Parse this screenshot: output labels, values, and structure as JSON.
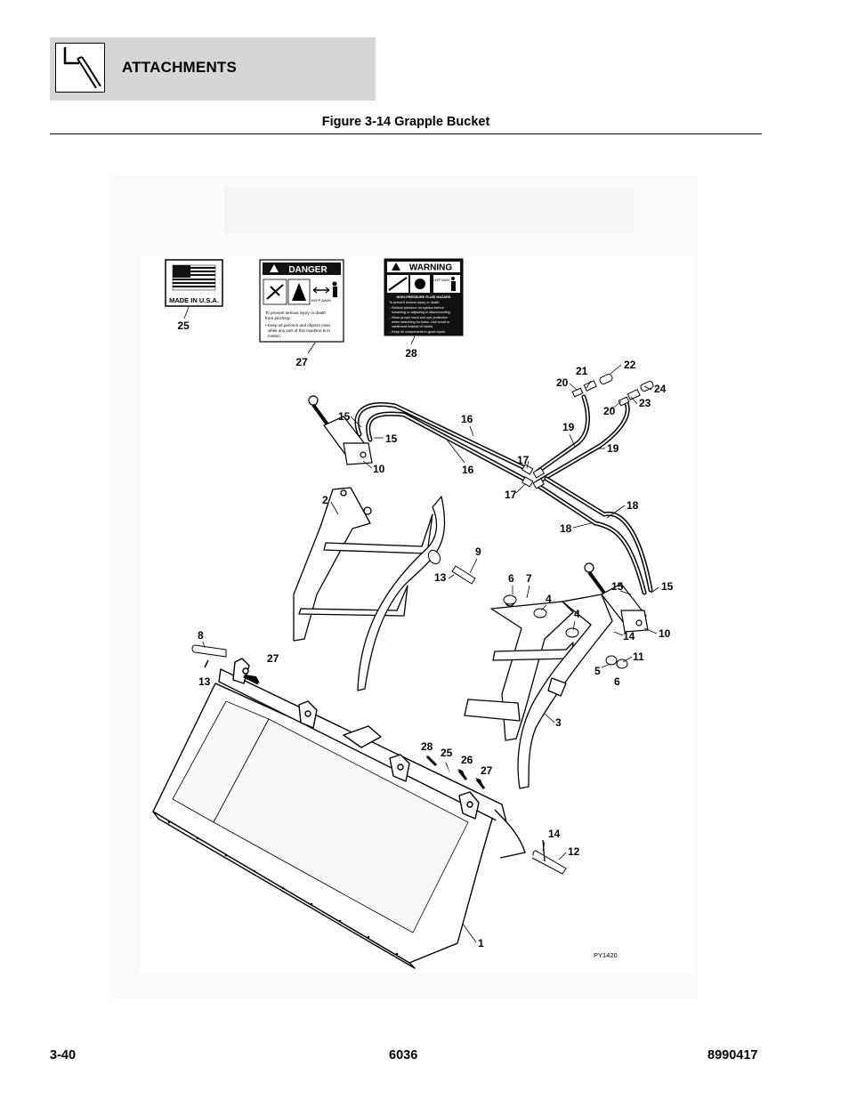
{
  "header": {
    "section_title": "ATTACHMENTS",
    "section_icon": "fork-arm-icon"
  },
  "figure": {
    "title": "Figure 3-14 Grapple Bucket",
    "drawing_id": "PY1420",
    "decals": {
      "made_in_usa": "MADE IN U.S.A.",
      "danger_header": "DANGER",
      "danger_keep_away": "KEEP AWAY",
      "danger_line1": "To prevent serious injury or death",
      "danger_line2": "from pinching:",
      "danger_line3": "• Keep all persons and objects clear",
      "danger_line4": "while any part of this machine is in",
      "danger_line5": "motion.",
      "warning_header": "WARNING",
      "warning_keep_away": "KEEP AWAY",
      "warning_hazard": "HIGH-PRESSURE FLUID HAZARD",
      "warning_line1": "To prevent serious injury or death:",
      "warning_line2": "– Relieve pressure on system before",
      "warning_line3": "loosening or adjusting or disconnecting.",
      "warning_line4": "– Wear proper hand and eye protection",
      "warning_line5": "when searching for leaks. Use wood or",
      "warning_line6": "cardboard instead of hands.",
      "warning_line7": "– Keep all components in good repair."
    },
    "callouts": {
      "c25a": "25",
      "c27a": "27",
      "c28a": "28",
      "c22": "22",
      "c21": "21",
      "c24": "24",
      "c20a": "20",
      "c20b": "20",
      "c23": "23",
      "c15a": "15",
      "c15b": "15",
      "c16a": "16",
      "c16b": "16",
      "c19a": "19",
      "c19b": "19",
      "c10a": "10",
      "c17a": "17",
      "c17b": "17",
      "c18a": "18",
      "c18b": "18",
      "c2": "2",
      "c9": "9",
      "c13a": "13",
      "c6a": "6",
      "c7": "7",
      "c15c": "15",
      "c15d": "15",
      "c4a": "4",
      "c4b": "4",
      "c14a": "14",
      "c10b": "10",
      "c8": "8",
      "c27b": "27",
      "c13b": "13",
      "c11": "11",
      "c5": "5",
      "c6b": "6",
      "c3": "3",
      "c28b": "28",
      "c25b": "25",
      "c26": "26",
      "c27c": "27",
      "c14b": "14",
      "c12": "12",
      "c1": "1"
    }
  },
  "footer": {
    "page_number": "3-40",
    "model": "6036",
    "manual_number": "8990417"
  }
}
